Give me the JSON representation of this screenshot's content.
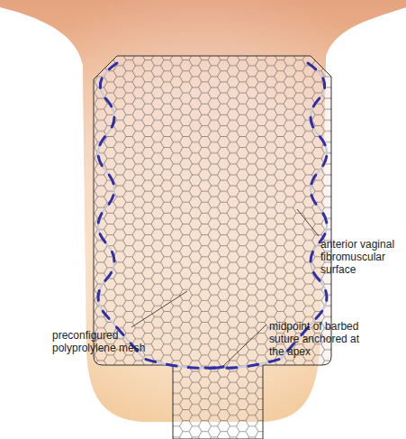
{
  "diagram": {
    "labels": [
      "anterior vaginal fibromuscular surface",
      "midpoint of barbed suture anchored at the apex",
      "preconfigured polyprolylene mesh"
    ]
  }
}
